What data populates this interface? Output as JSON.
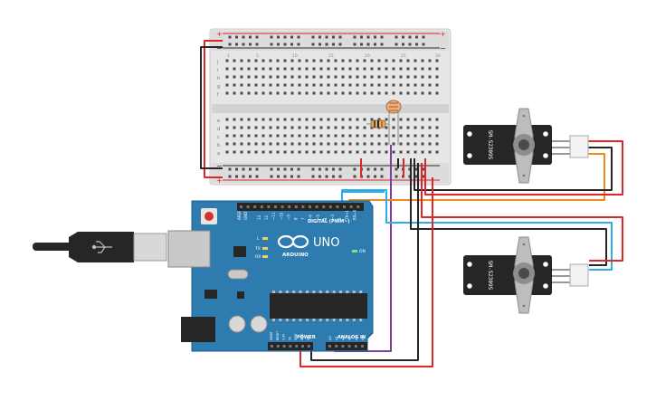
{
  "board": {
    "brand": "ARDUINO",
    "model": "UNO",
    "digital_label": "DIGITAL (PWM~)",
    "power_label": "POWER",
    "analog_label": "ANALOG IN",
    "aref_label": "AREF",
    "gnd_label": "GND",
    "on_label": "ON",
    "l_label": "L",
    "tx_label": "TX",
    "rx_label": "RX",
    "digital_pins": [
      "13",
      "12",
      "~11",
      "~10",
      "~9",
      "8",
      "7",
      "~6",
      "~5",
      "4",
      "~3",
      "2",
      "TX→1",
      "RX←0"
    ],
    "power_pins": [
      "IOREF",
      "RESET",
      "3.3V",
      "5V",
      "GND",
      "GND",
      "Vin"
    ],
    "analog_pins": [
      "A0",
      "A1",
      "A2",
      "A3",
      "A4",
      "A5"
    ]
  },
  "breadboard": {
    "plus": "+",
    "minus": "−",
    "row_letters_top": [
      "j",
      "i",
      "h",
      "g",
      "f"
    ],
    "row_letters_bottom": [
      "e",
      "d",
      "c",
      "b",
      "a"
    ],
    "column_numbers": [
      "1",
      "5",
      "10",
      "15",
      "20",
      "25",
      "30"
    ]
  },
  "servos": [
    {
      "model": "SM-S2309S"
    },
    {
      "model": "SM-S2309S"
    }
  ],
  "colors": {
    "board": "#2e7bb0",
    "board_edge": "#1f5f8c",
    "wire_red": "#e0252a",
    "wire_black": "#262626",
    "wire_orange": "#ef8a1a",
    "wire_blue": "#2eaee8",
    "wire_purple": "#7a3fa0",
    "servo_body": "#262626",
    "breadboard": "#e8e8e8"
  }
}
